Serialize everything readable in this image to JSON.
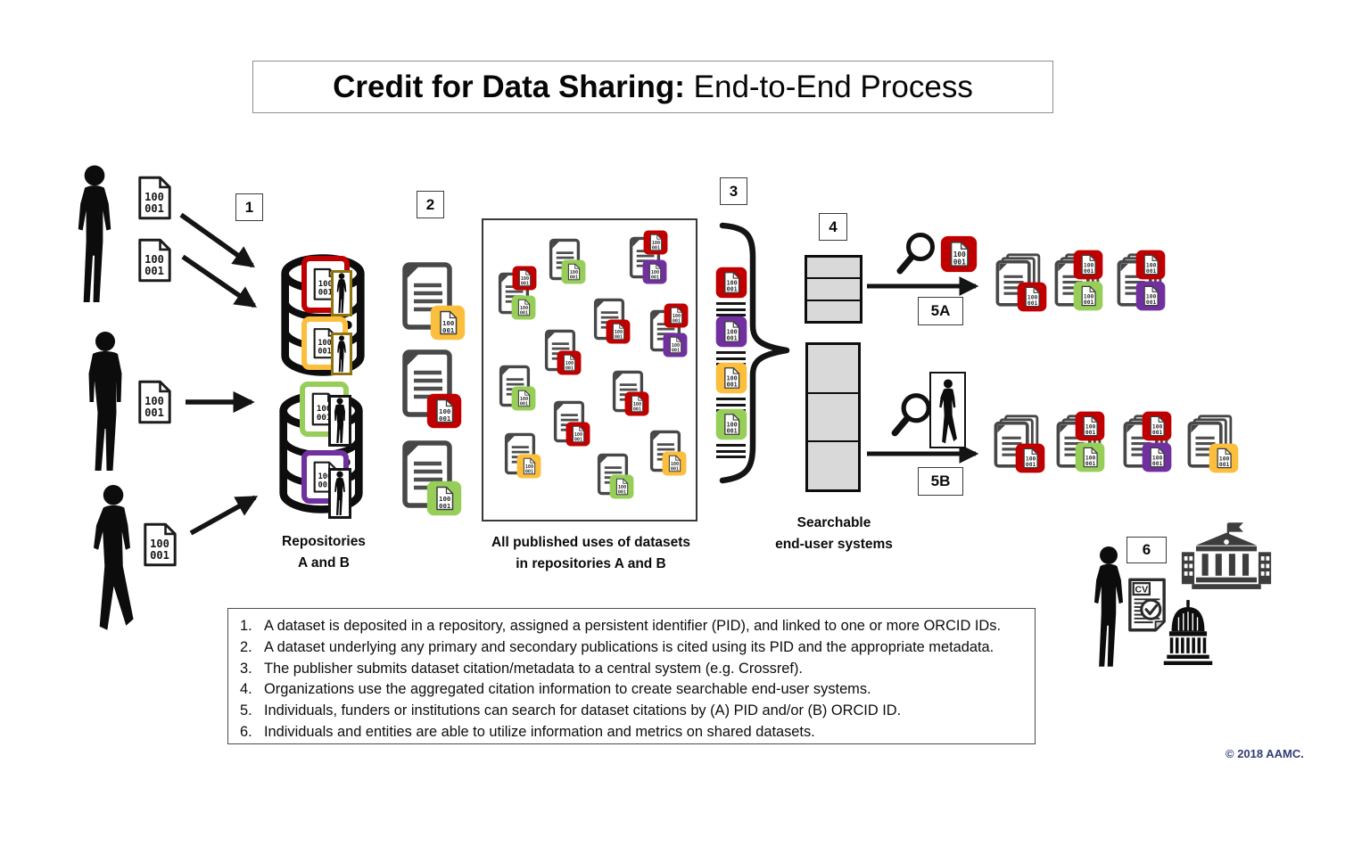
{
  "title": {
    "bold": "Credit for Data Sharing:",
    "regular": " End-to-End Process"
  },
  "pid_doc": {
    "line1": "100",
    "line2": "001"
  },
  "step_badges": {
    "s1": "1",
    "s2": "2",
    "s3": "3",
    "s4": "4",
    "s5a": "5A",
    "s5b": "5B",
    "s6": "6"
  },
  "labels": {
    "repositories_line1": "Repositories",
    "repositories_line2": "A and B",
    "published_line1": "All published uses of datasets",
    "published_line2": "in repositories A and B",
    "searchable_line1": "Searchable",
    "searchable_line2": "end-user systems",
    "cv": "CV"
  },
  "colors": {
    "red": "#C00000",
    "yellow": "#FBBE3D",
    "green": "#97CE5A",
    "purple": "#7030A0",
    "olive": "#8E7310",
    "black_frame": "#151515"
  },
  "legend": {
    "items": [
      {
        "num": "1.",
        "text": "A dataset is deposited in a repository, assigned a persistent identifier (PID), and linked to one or more ORCID IDs."
      },
      {
        "num": "2.",
        "text": "A dataset underlying any primary and secondary publications is cited using its PID and the appropriate metadata."
      },
      {
        "num": "3.",
        "text": "The publisher submits dataset citation/metadata to a central system (e.g. Crossref)."
      },
      {
        "num": "4.",
        "text": "Organizations use the aggregated citation information to create searchable end-user systems."
      },
      {
        "num": "5.",
        "text": "Individuals, funders or institutions can search for dataset citations by (A) PID and/or (B) ORCID ID."
      },
      {
        "num": "6.",
        "text": "Individuals and entities are able to utilize information and metrics on shared datasets."
      }
    ]
  },
  "copyright": "© 2018 AAMC.",
  "diagram": {
    "repo_docs": [
      {
        "doc_color": "red",
        "person_frame": "olive",
        "person": "woman"
      },
      {
        "doc_color": "yellow",
        "person_frame": "olive",
        "person": "woman"
      },
      {
        "doc_color": "green",
        "person_frame": "black",
        "person": "man"
      },
      {
        "doc_color": "purple",
        "person_frame": "black",
        "person": "woman"
      }
    ],
    "step2_docs": [
      {
        "badge": "yellow"
      },
      {
        "badge": "red"
      },
      {
        "badge": "green"
      }
    ],
    "published_docs": [
      {
        "badges": [
          {
            "color": "green",
            "pos": "br"
          }
        ]
      },
      {
        "badges": [
          {
            "color": "red",
            "pos": "tr"
          },
          {
            "color": "purple",
            "pos": "r2"
          }
        ]
      },
      {
        "badges": [
          {
            "color": "red",
            "pos": "tr"
          },
          {
            "color": "green",
            "pos": "r2"
          }
        ]
      },
      {
        "badges": [
          {
            "color": "red",
            "pos": "br"
          }
        ]
      },
      {
        "badges": [
          {
            "color": "red",
            "pos": "tr"
          },
          {
            "color": "purple",
            "pos": "r2"
          }
        ]
      },
      {
        "badges": [
          {
            "color": "red",
            "pos": "br"
          }
        ]
      },
      {
        "badges": [
          {
            "color": "green",
            "pos": "br"
          }
        ]
      },
      {
        "badges": [
          {
            "color": "red",
            "pos": "br"
          }
        ]
      },
      {
        "badges": [
          {
            "color": "red",
            "pos": "br"
          }
        ]
      },
      {
        "badges": [
          {
            "color": "yellow",
            "pos": "br"
          }
        ]
      },
      {
        "badges": [
          {
            "color": "yellow",
            "pos": "br"
          }
        ]
      },
      {
        "badges": [
          {
            "color": "green",
            "pos": "br"
          }
        ]
      }
    ],
    "citations": [
      {
        "color": "red"
      },
      {
        "color": "purple"
      },
      {
        "color": "yellow"
      },
      {
        "color": "green"
      }
    ],
    "search_5a_badge": "red",
    "results_5a": [
      {
        "badges": [
          "red"
        ]
      },
      {
        "badges": [
          "red",
          "green"
        ]
      },
      {
        "badges": [
          "red",
          "purple"
        ]
      }
    ],
    "results_5b": [
      {
        "badges": [
          "red"
        ]
      },
      {
        "badges": [
          "red",
          "green"
        ]
      },
      {
        "badges": [
          "red",
          "purple"
        ]
      },
      {
        "badges": [
          "yellow"
        ]
      }
    ]
  }
}
